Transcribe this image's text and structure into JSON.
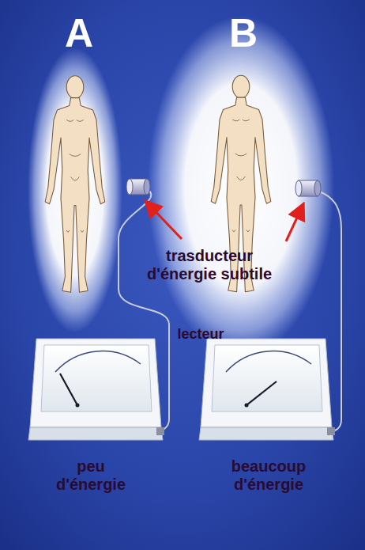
{
  "diagram": {
    "labels": [
      "A",
      "B",
      "trasducteur d'énergie subtile",
      "lecteur",
      "peu d'énergie",
      "beaucoup d'énergie"
    ]
  }
}
